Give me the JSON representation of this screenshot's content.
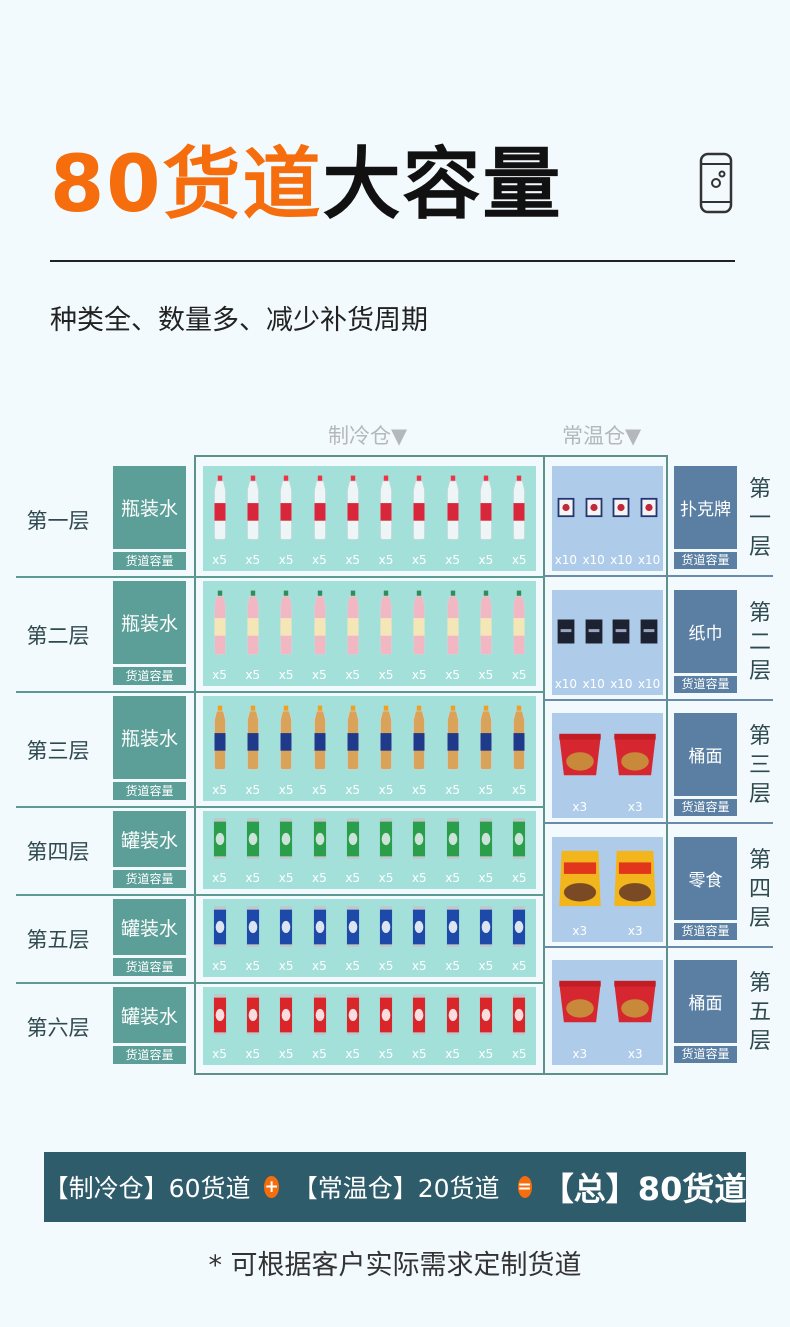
{
  "header": {
    "title_highlight": "80货道",
    "title_rest": "大容量",
    "subtitle": "种类全、数量多、减少补货周期",
    "icon": "can-icon"
  },
  "sections": {
    "cold_label": "制冷仓▼",
    "ambient_label": "常温仓▼"
  },
  "cold_rows": [
    {
      "floor": "第一层",
      "category": "瓶装水",
      "sub": "货道容量",
      "count": "x5",
      "product": "water-bottle-red"
    },
    {
      "floor": "第二层",
      "category": "瓶装水",
      "sub": "货道容量",
      "count": "x5",
      "product": "water-bottle-pink"
    },
    {
      "floor": "第三层",
      "category": "瓶装水",
      "sub": "货道容量",
      "count": "x5",
      "product": "tea-bottle"
    },
    {
      "floor": "第四层",
      "category": "罐装水",
      "sub": "货道容量",
      "count": "x5",
      "product": "sprite-can"
    },
    {
      "floor": "第五层",
      "category": "罐装水",
      "sub": "货道容量",
      "count": "x5",
      "product": "pepsi-can"
    },
    {
      "floor": "第六层",
      "category": "罐装水",
      "sub": "货道容量",
      "count": "x5",
      "product": "coke-can"
    }
  ],
  "ambient_rows": [
    {
      "floor": "第一层",
      "category": "扑克牌",
      "sub": "货道容量",
      "count": "x10",
      "product": "poker-cards"
    },
    {
      "floor": "第二层",
      "category": "纸巾",
      "sub": "货道容量",
      "count": "x10",
      "product": "tissue-pack"
    },
    {
      "floor": "第三层",
      "category": "桶面",
      "sub": "货道容量",
      "count": "x3",
      "product": "noodle-cup"
    },
    {
      "floor": "第四层",
      "category": "零食",
      "sub": "货道容量",
      "count": "x3",
      "product": "chips-bag"
    },
    {
      "floor": "第五层",
      "category": "桶面",
      "sub": "货道容量",
      "count": "x3",
      "product": "noodle-cup"
    }
  ],
  "summary": {
    "cold": "【制冷仓】60货道",
    "plus": "+",
    "ambient": "【常温仓】20货道",
    "equals": "=",
    "total": "【总】80货道"
  },
  "note": "* 可根据客户实际需求定制货道",
  "colors": {
    "accent": "#f56d0c",
    "teal": "#5b9f98",
    "blue": "#5a7fa3",
    "bar": "#2f5c6b"
  }
}
